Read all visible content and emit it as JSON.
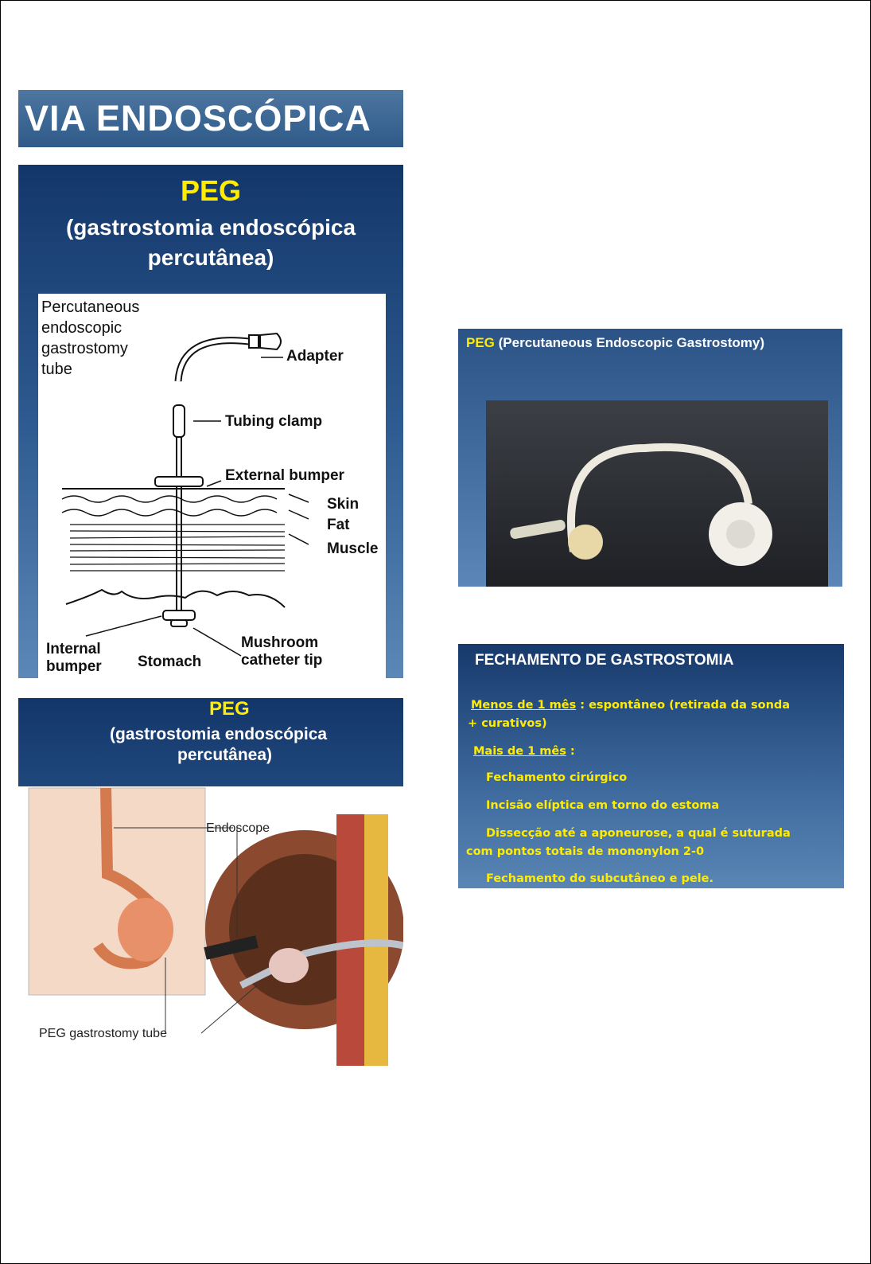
{
  "banner": {
    "title": "VIA ENDOSCÓPICA"
  },
  "slide1": {
    "title": "PEG",
    "subtitle_line1": "(gastrostomia endoscópica",
    "subtitle_line2": "percutânea)",
    "diagram": {
      "heading": [
        "Percutaneous",
        "endoscopic",
        "gastrostomy",
        "tube"
      ],
      "labels": {
        "adapter": "Adapter",
        "clamp": "Tubing clamp",
        "external_bumper": "External bumper",
        "skin": "Skin",
        "fat": "Fat",
        "muscle": "Muscle",
        "mushroom1": "Mushroom",
        "mushroom2": "catheter tip",
        "internal1": "Internal",
        "internal2": "bumper",
        "stomach": "Stomach"
      }
    }
  },
  "slide2": {
    "title": "PEG",
    "subtitle_line1": "(gastrostomia endoscópica",
    "subtitle_line2": "percutânea)",
    "labels": {
      "endoscope": "Endoscope",
      "tube": "PEG gastrostomy tube"
    }
  },
  "slide3": {
    "title_accent": "PEG",
    "title_rest": " (Percutaneous Endoscopic Gastrostomy)"
  },
  "slide4": {
    "title": "FECHAMENTO DE GASTROSTOMIA",
    "l1_u": "Menos de 1 mês",
    "l1_rest": " : espontâneo (retirada da sonda",
    "l2": "+  curativos)",
    "l3_u": "Mais de 1 mês",
    "l3_rest": "  :",
    "l4": "Fechamento cirúrgico",
    "l5": "Incisão elíptica em torno do estoma",
    "l6": "Dissecção até a aponeurose, a qual é suturada",
    "l7": "com pontos totais de mononylon 2-0",
    "l8": "Fechamento do subcutâneo e pele."
  }
}
